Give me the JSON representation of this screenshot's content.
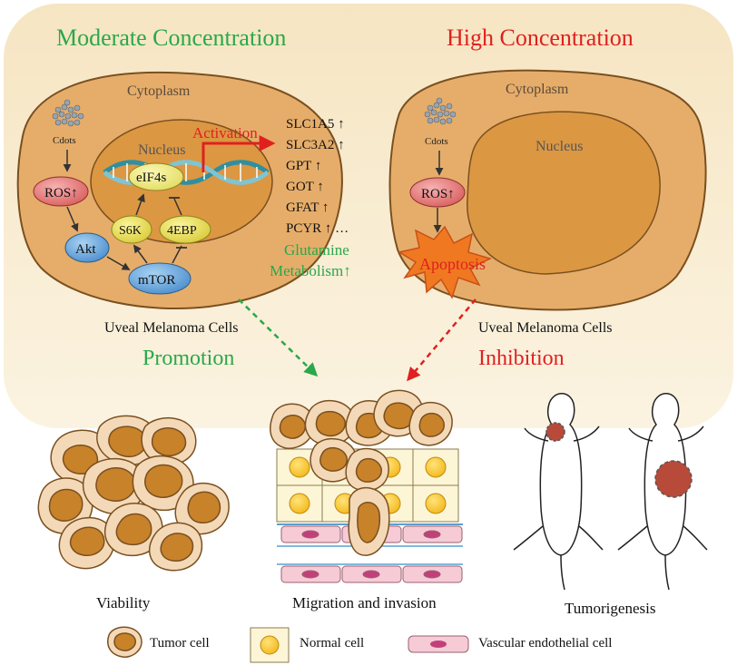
{
  "panels": {
    "left_title": "Moderate Concentration",
    "right_title": "High Concentration"
  },
  "left_cell": {
    "cytoplasm": "Cytoplasm",
    "nucleus": "Nucleus",
    "cdots": "Cdots",
    "ros": "ROS↑",
    "akt": "Akt",
    "mtor": "mTOR",
    "s6k": "S6K",
    "ebp": "4EBP",
    "eif4s": "eIF4s",
    "activation": "Activation",
    "genes": [
      "SLC1A5 ↑",
      "SLC3A2 ↑",
      "GPT ↑",
      "GOT ↑",
      "GFAT ↑",
      "PCYR ↑ …"
    ],
    "glutamine_line1": "Glutamine",
    "glutamine_line2": "Metabolism↑",
    "caption": "Uveal Melanoma Cells"
  },
  "right_cell": {
    "cytoplasm": "Cytoplasm",
    "nucleus": "Nucleus",
    "cdots": "Cdots",
    "ros": "ROS↑",
    "apoptosis": "Apoptosis",
    "caption": "Uveal Melanoma Cells"
  },
  "effects": {
    "promotion": "Promotion",
    "inhibition": "Inhibition"
  },
  "outcomes": {
    "viability": "Viability",
    "migration": "Migration and invasion",
    "tumorigenesis": "Tumorigenesis"
  },
  "legend": {
    "tumor": "Tumor cell",
    "normal": "Normal cell",
    "vascular": "Vascular endothelial cell"
  },
  "colors": {
    "moderate": "#2aa84a",
    "high": "#e02020",
    "panel_bg": "#f8ecd0",
    "cytoplasm": "#e6ad6a",
    "nucleus": "#dc9742"
  }
}
